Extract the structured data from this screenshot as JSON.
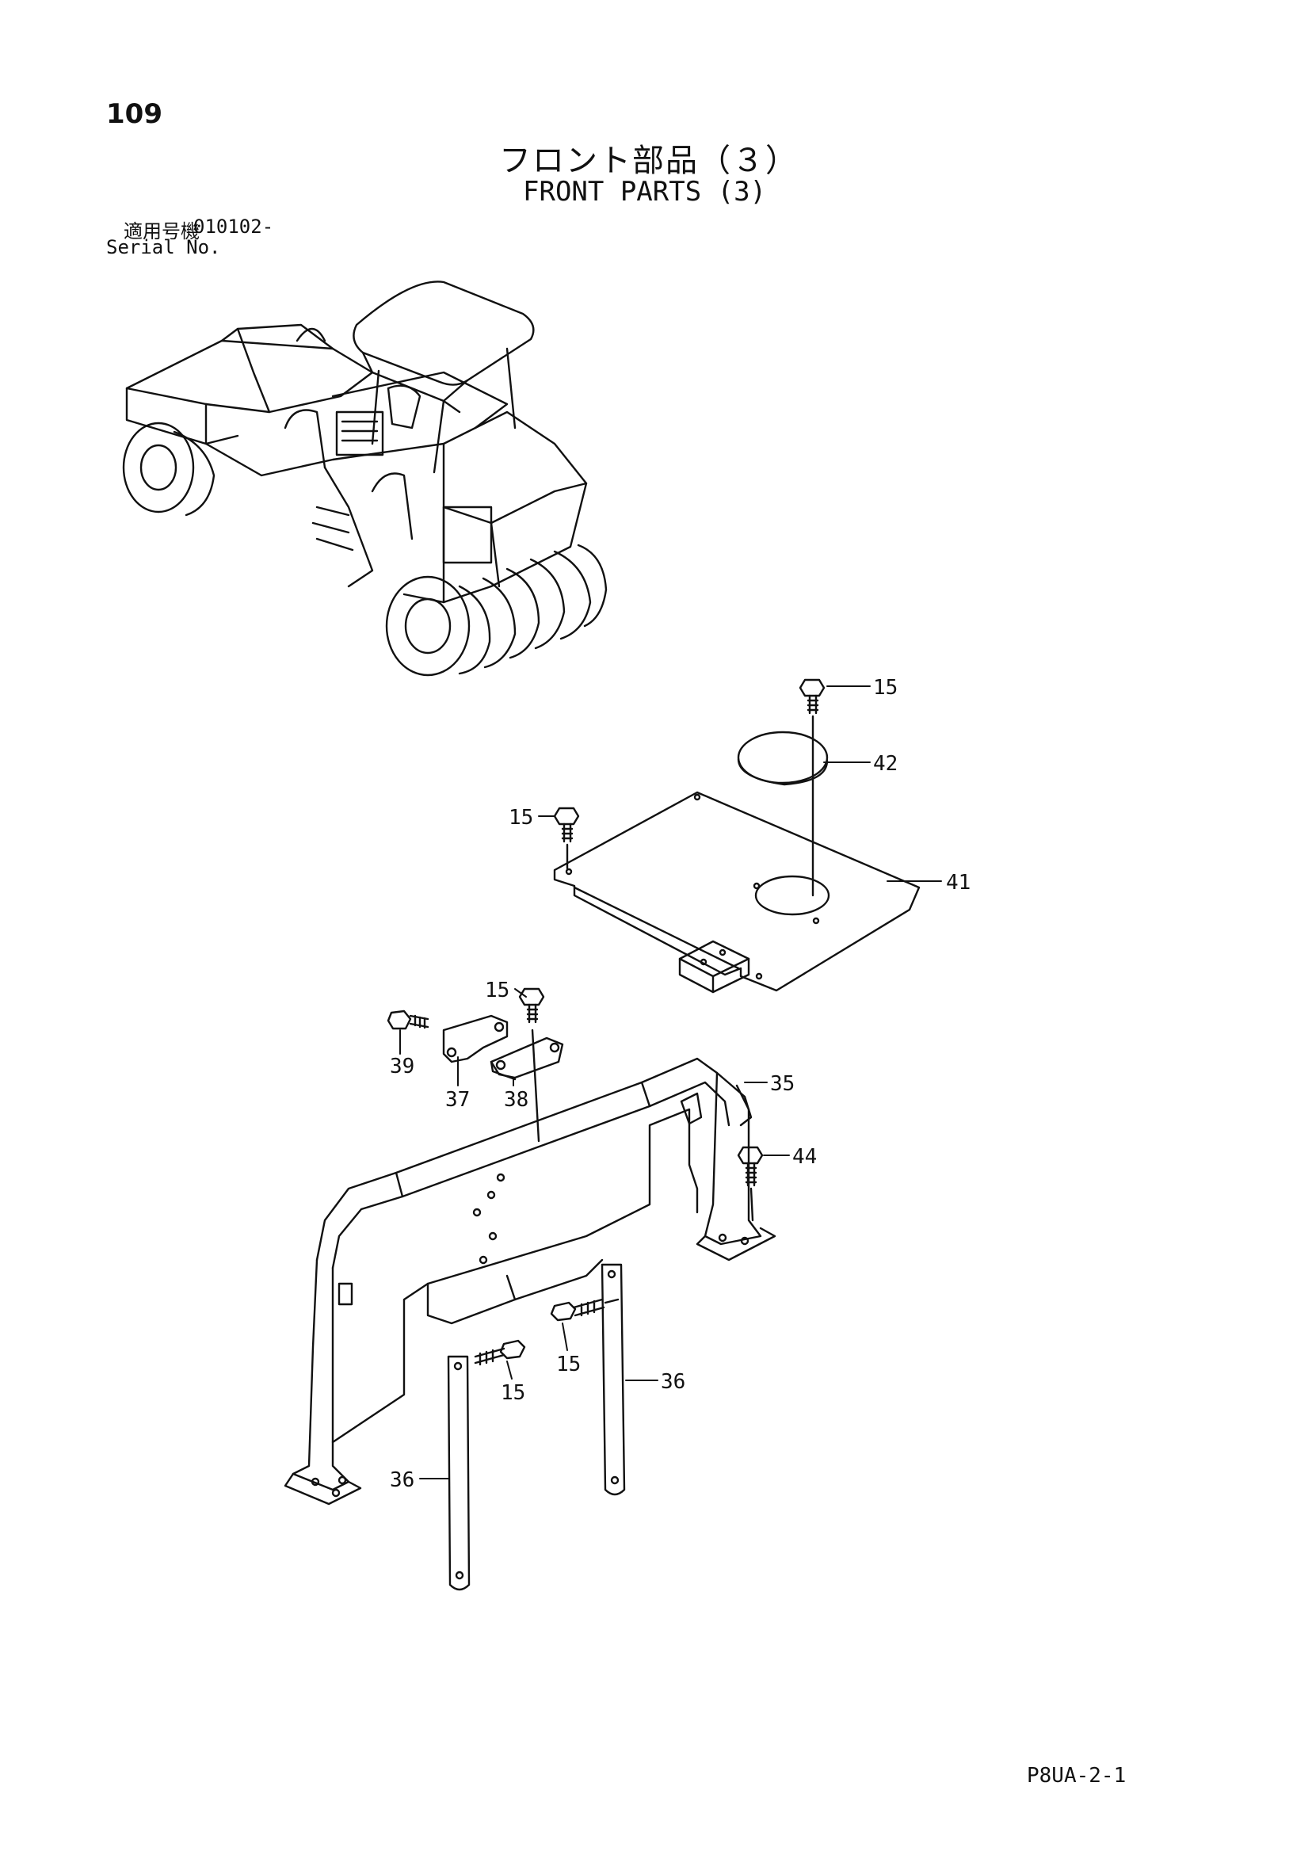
{
  "header": {
    "page_number": "109",
    "title_jp": "フロント部品（３）",
    "title_en": "FRONT PARTS (3)",
    "serial_label_jp": "適用号機",
    "serial_number": "010102-",
    "serial_label_en": "Serial No."
  },
  "callouts": {
    "c15a": "15",
    "c42": "42",
    "c15b": "15",
    "c41": "41",
    "c15c": "15",
    "c39": "39",
    "c37": "37",
    "c38": "38",
    "c35": "35",
    "c44": "44",
    "c15d": "15",
    "c15e": "15",
    "c36a": "36",
    "c36b": "36"
  },
  "footer": {
    "code": "P8UA-2-1"
  }
}
